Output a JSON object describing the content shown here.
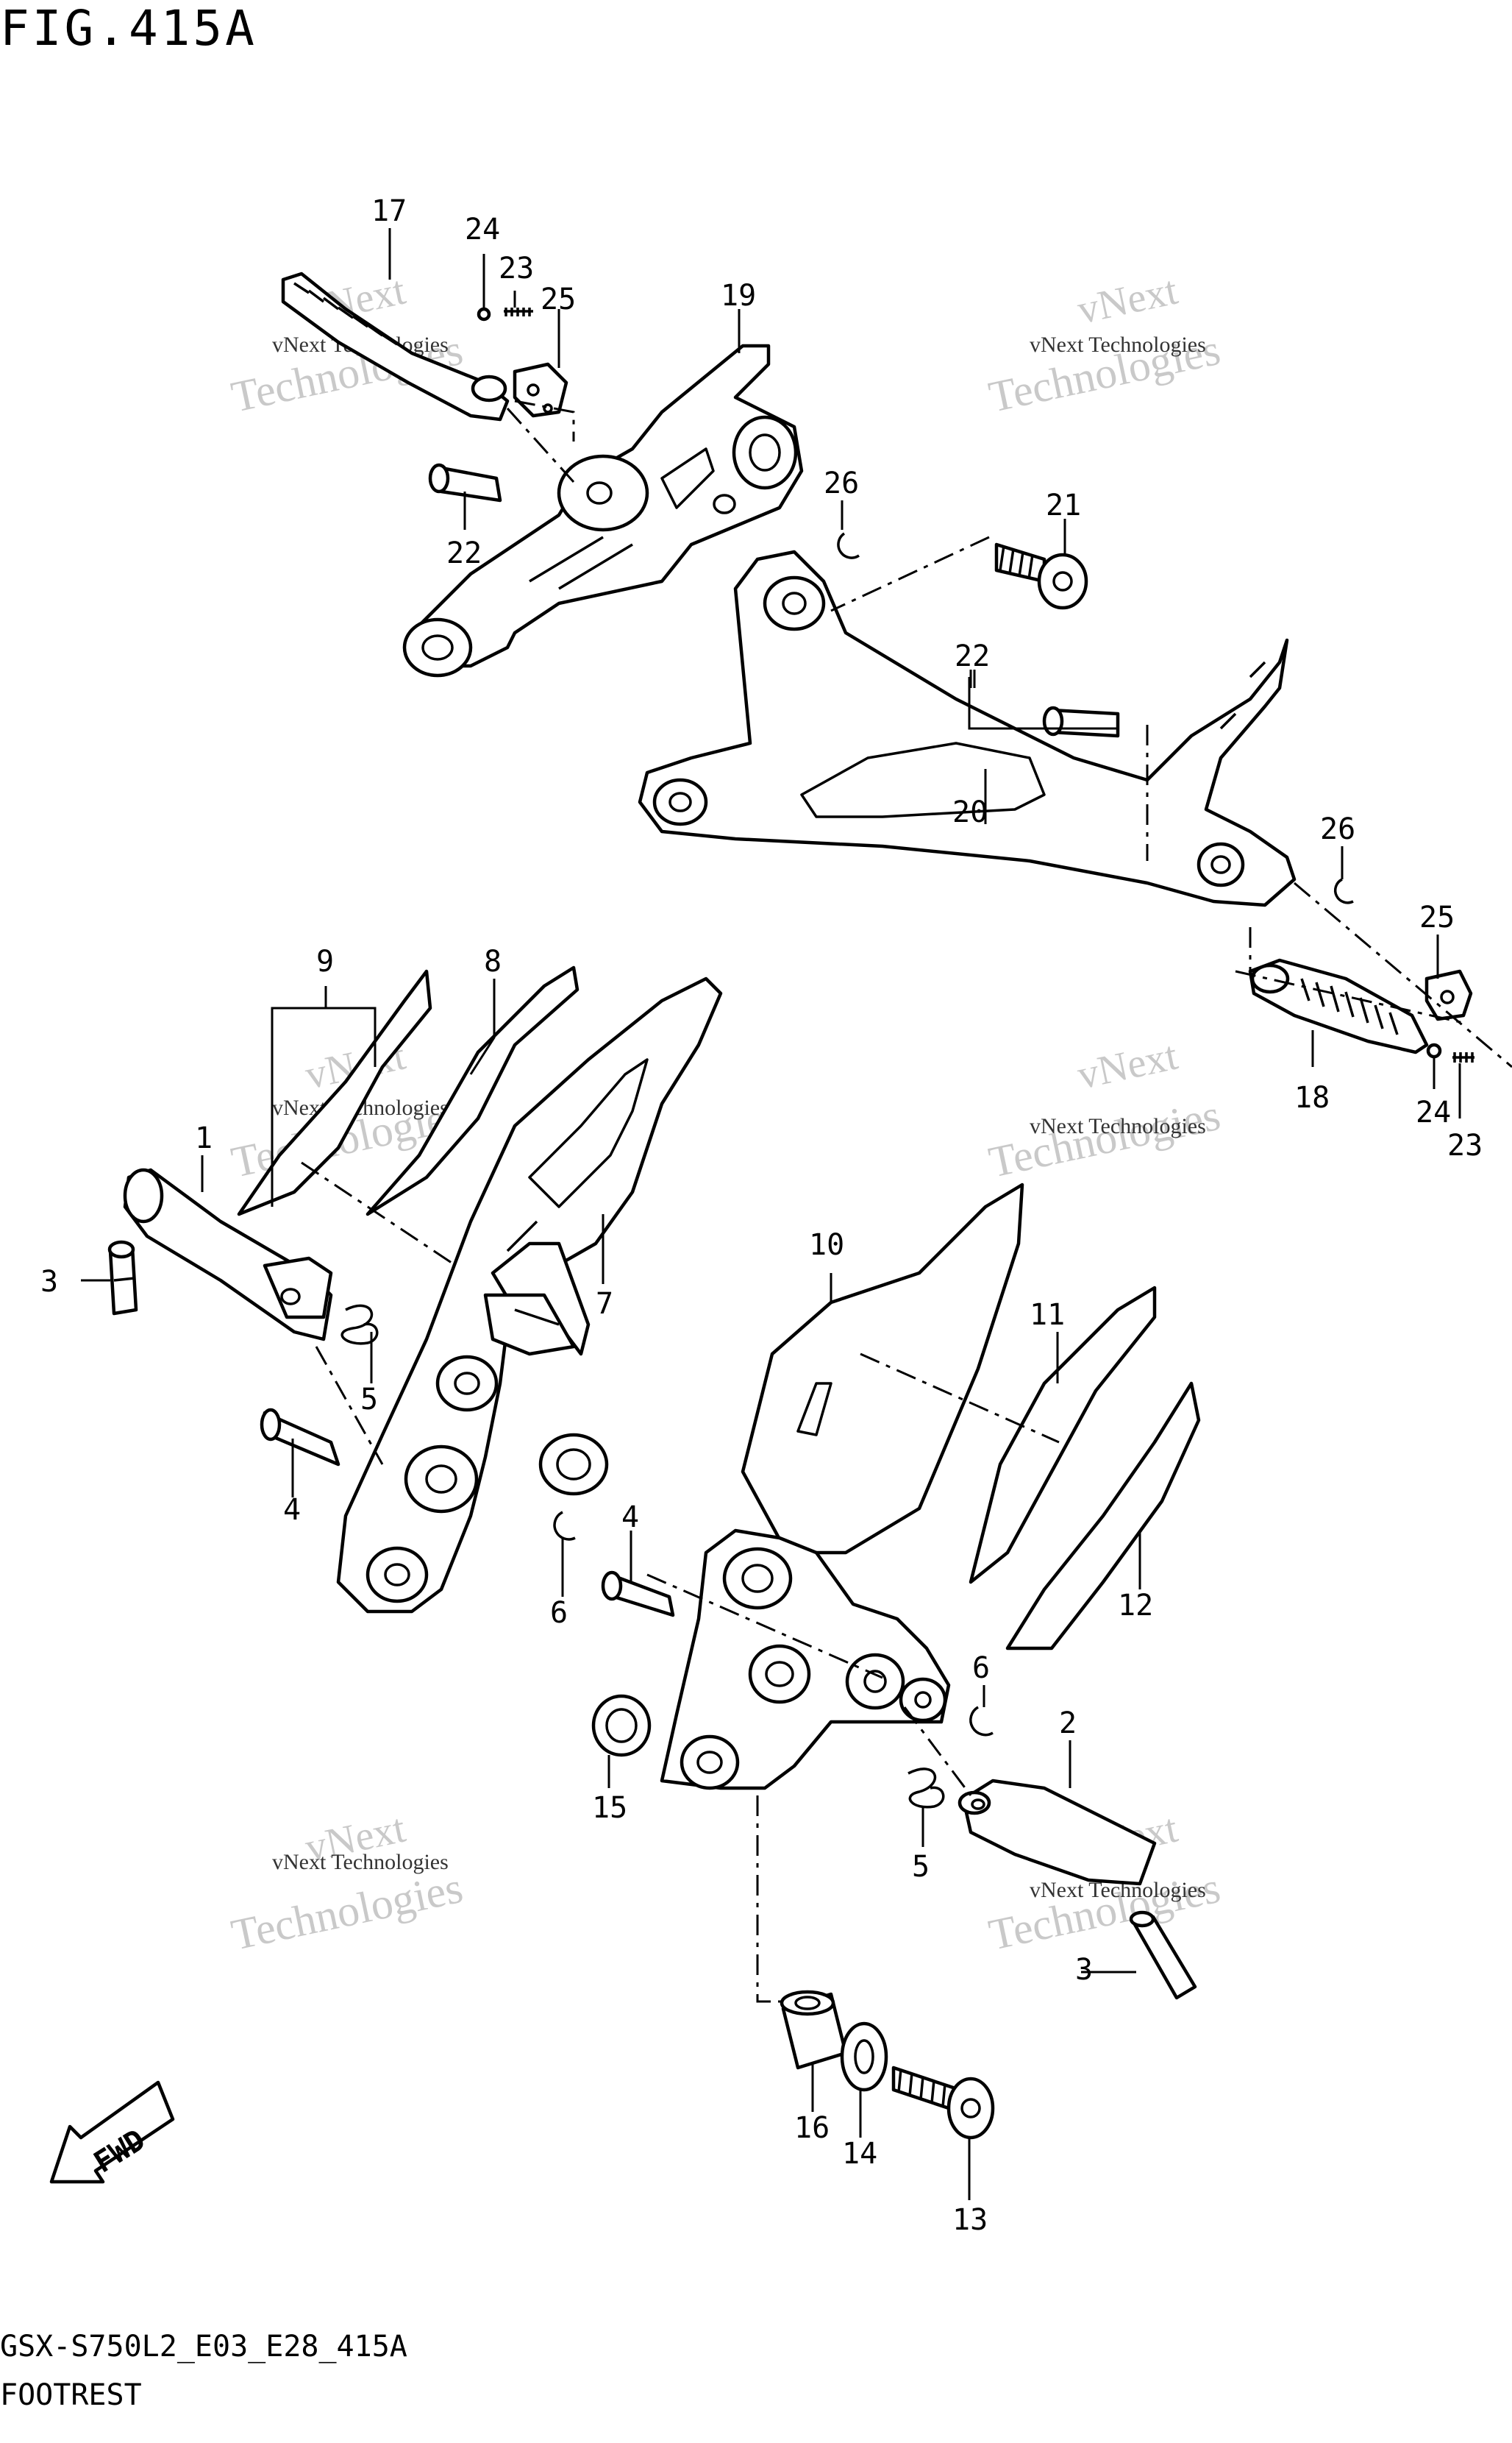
{
  "figure": {
    "title": "FIG.415A",
    "code": "GSX-S750L2_E03_E28_415A",
    "name": "FOOTREST"
  },
  "watermark": {
    "line1": "vNext",
    "line2": "Technologies",
    "caption": "vNext Technologies"
  },
  "fwd_label": "FWD",
  "callouts": {
    "c1": "1",
    "c2": "2",
    "c3a": "3",
    "c3b": "3",
    "c4a": "4",
    "c4b": "4",
    "c5a": "5",
    "c5b": "5",
    "c6a": "6",
    "c6b": "6",
    "c7": "7",
    "c8": "8",
    "c9": "9",
    "c10": "10",
    "c11": "11",
    "c12": "12",
    "c13": "13",
    "c14": "14",
    "c15": "15",
    "c16": "16",
    "c17": "17",
    "c18": "18",
    "c19": "19",
    "c20": "20",
    "c21": "21",
    "c22a": "22",
    "c22b": "22",
    "c23a": "23",
    "c23b": "23",
    "c24a": "24",
    "c24b": "24",
    "c25a": "25",
    "c25b": "25",
    "c26a": "26",
    "c26b": "26"
  }
}
